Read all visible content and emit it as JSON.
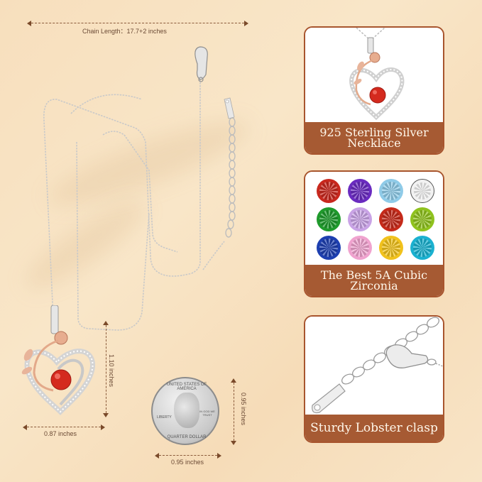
{
  "dimensions": {
    "chain_length": "Chain Length：17.7+2 inches",
    "pendant_height": "1.10 inches",
    "pendant_width": "0.87 inches",
    "coin_height": "0.95 inches",
    "coin_width": "0.95 inches"
  },
  "coin": {
    "top_text": "UNITED STATES OF AMERICA",
    "left_text": "LIBERTY",
    "right_text": "IN GOD WE TRUST",
    "bottom_text": "QUARTER DOLLAR"
  },
  "cards": [
    {
      "label_line1": "925 Sterling Silver",
      "label_line2": "Necklace",
      "image": "heart-rose-pendant"
    },
    {
      "label_line1": "The Best 5A Cubic",
      "label_line2": "Zirconia",
      "image": "gemstone-grid"
    },
    {
      "label_line1": "Sturdy Lobster clasp",
      "label_line2": "",
      "image": "lobster-clasp-chain"
    }
  ],
  "gemstones": [
    {
      "name": "red",
      "color": "#c8281e"
    },
    {
      "name": "purple",
      "color": "#6a2bc0"
    },
    {
      "name": "aquamarine",
      "color": "#8fcbe8"
    },
    {
      "name": "clear",
      "color": "#f2f2f2"
    },
    {
      "name": "green",
      "color": "#1f9a2c"
    },
    {
      "name": "lavender",
      "color": "#c9a3e6"
    },
    {
      "name": "garnet",
      "color": "#c52a1a"
    },
    {
      "name": "peridot",
      "color": "#8fc21e"
    },
    {
      "name": "sapphire",
      "color": "#1d3fb0"
    },
    {
      "name": "pink",
      "color": "#f0a3cf"
    },
    {
      "name": "citrine",
      "color": "#f1c21c"
    },
    {
      "name": "blue-zircon",
      "color": "#1ab1d0"
    }
  ],
  "colors": {
    "band": "#a65a33",
    "border": "#a8552e",
    "dimension": "#8a5a3a",
    "stone": "#d42a1e",
    "rose_gold": "#e3a98a"
  }
}
